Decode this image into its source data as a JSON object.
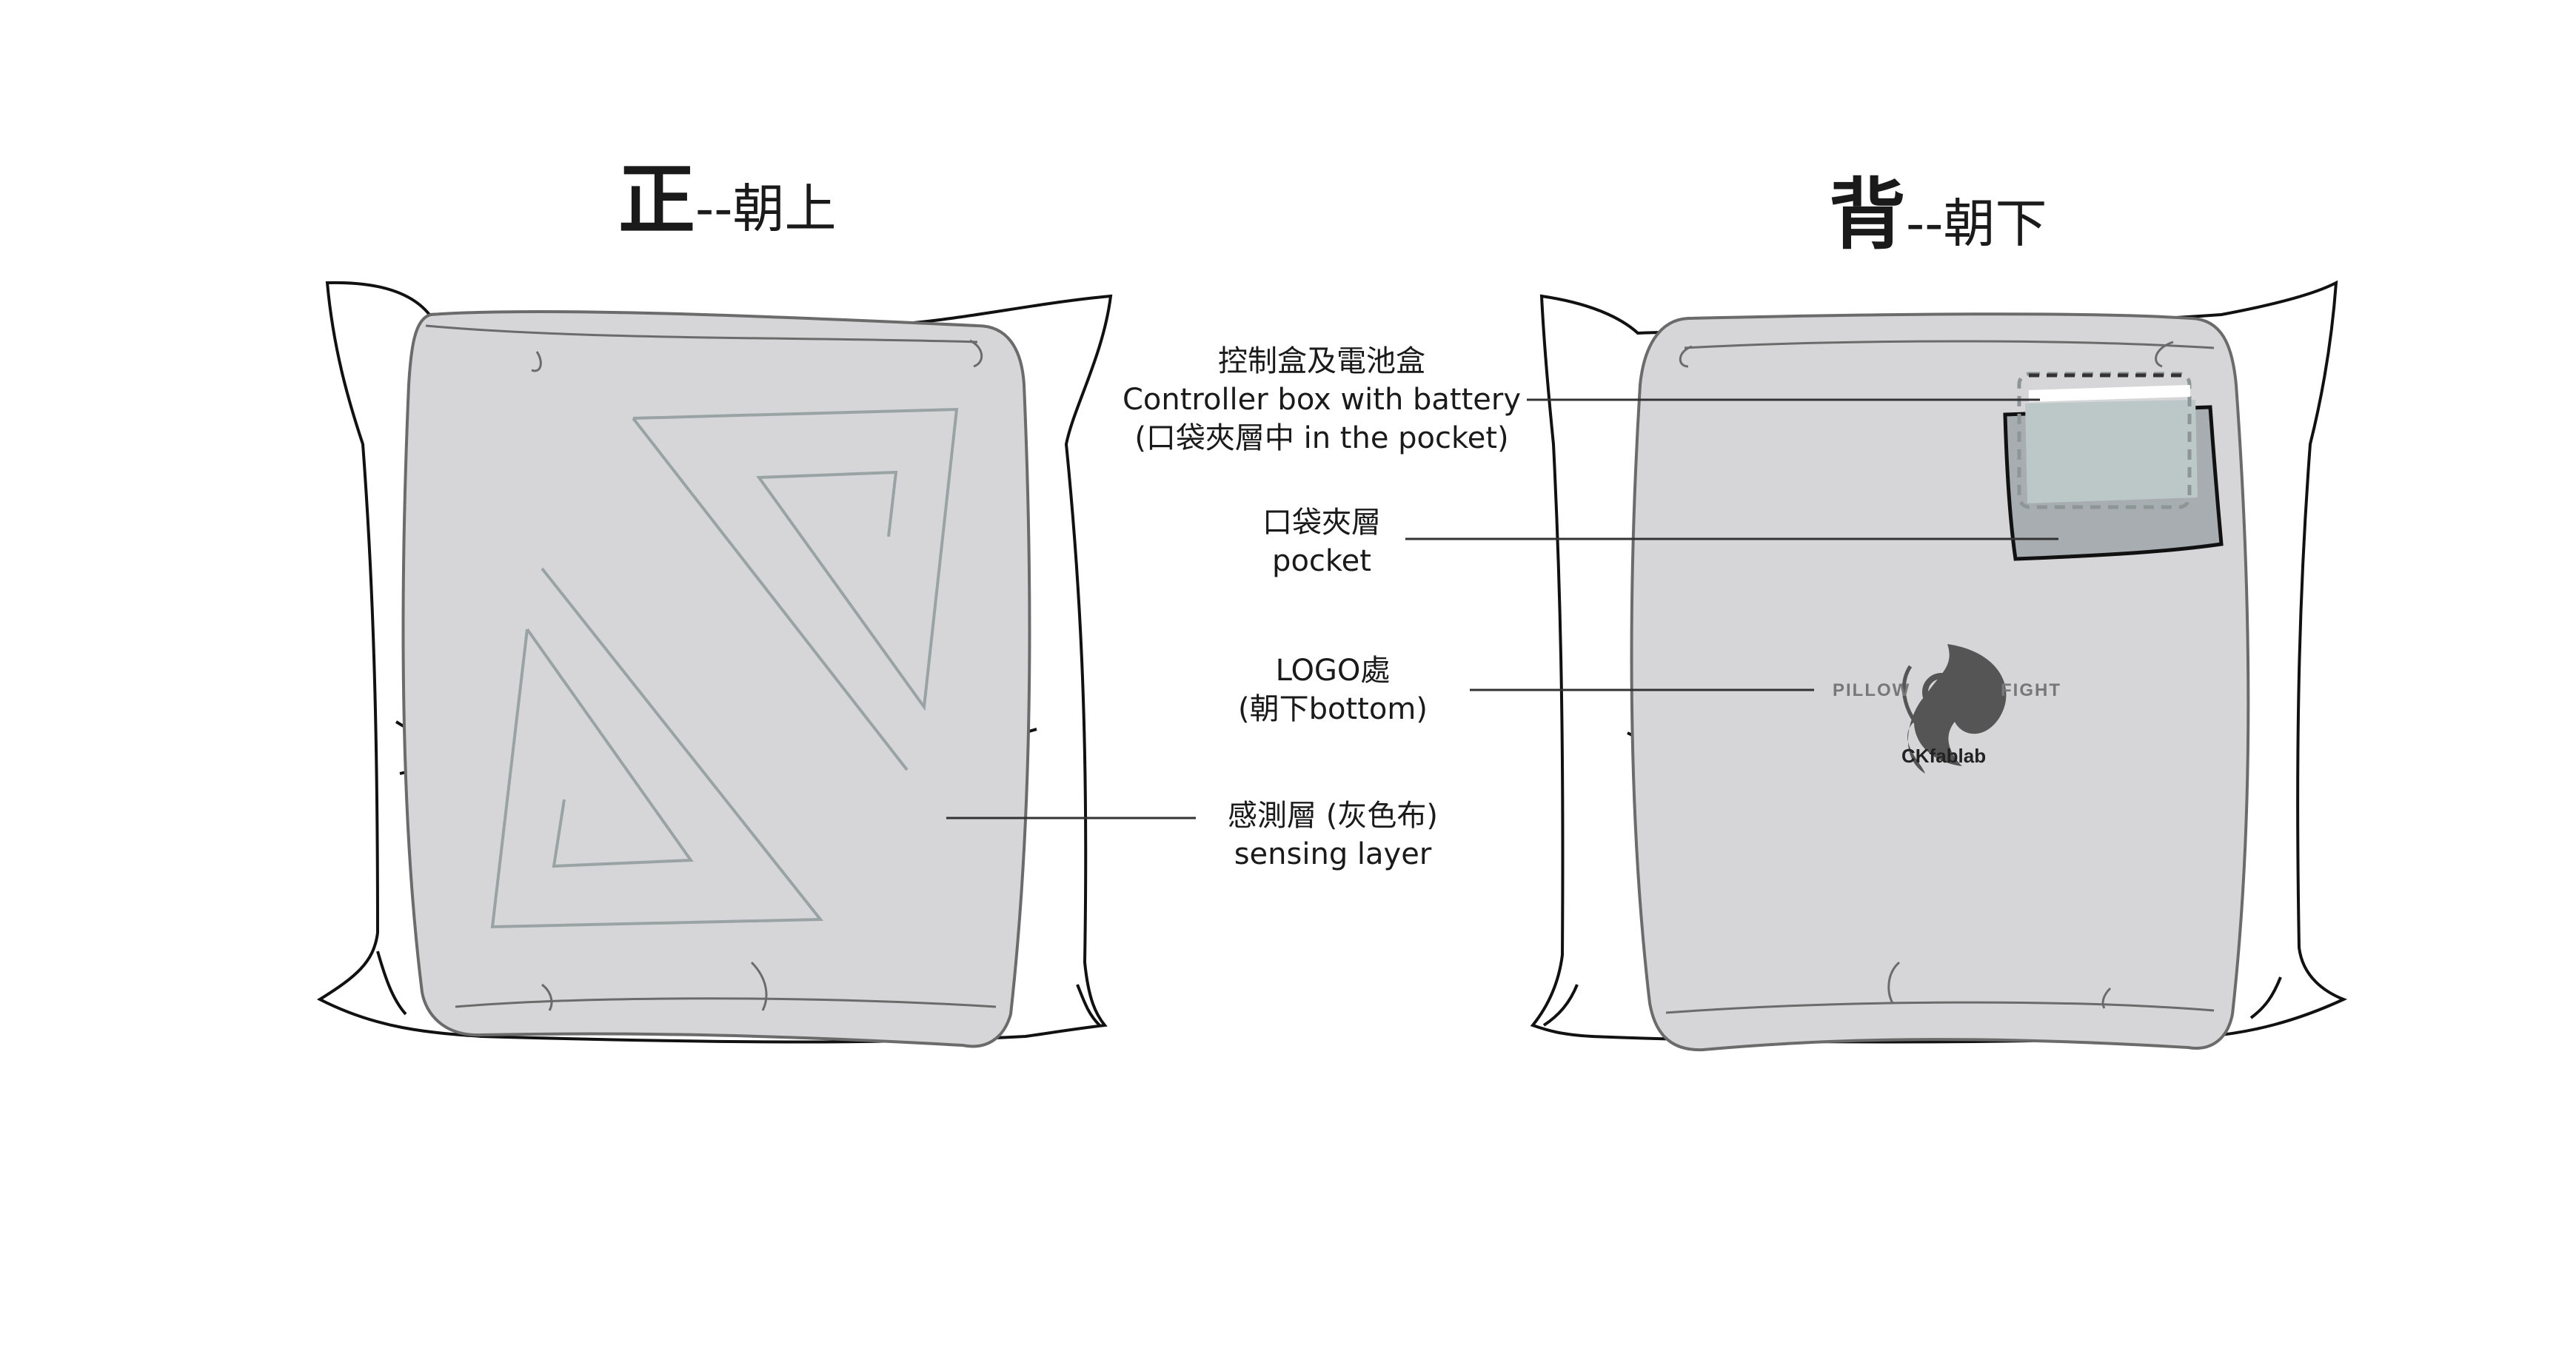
{
  "front": {
    "title_main": "正",
    "title_sub": "--朝上"
  },
  "back": {
    "title_main": "背",
    "title_sub": "--朝下"
  },
  "labels": {
    "controller": {
      "zh": "控制盒及電池盒",
      "en": "Controller box with battery",
      "note": "(口袋夾層中 in the pocket)"
    },
    "pocket": {
      "zh": "口袋夾層",
      "en": "pocket"
    },
    "logo": {
      "zh": "LOGO處",
      "en": "(朝下bottom)"
    },
    "sensing": {
      "zh": "感測層 (灰色布)",
      "en": "sensing layer"
    }
  },
  "logo": {
    "left_word": "PILLOW",
    "right_word": "FIGHT",
    "brand": "CKfablab"
  },
  "colors": {
    "sensing_fill": "#d6d6d8",
    "sensing_stroke": "#6b6b6b",
    "pocket_fill": "#a7adb1",
    "pocket_top": "#bcc7c7",
    "outline": "#111111",
    "pattern": "#9aa3a3",
    "logo": "#555555"
  }
}
